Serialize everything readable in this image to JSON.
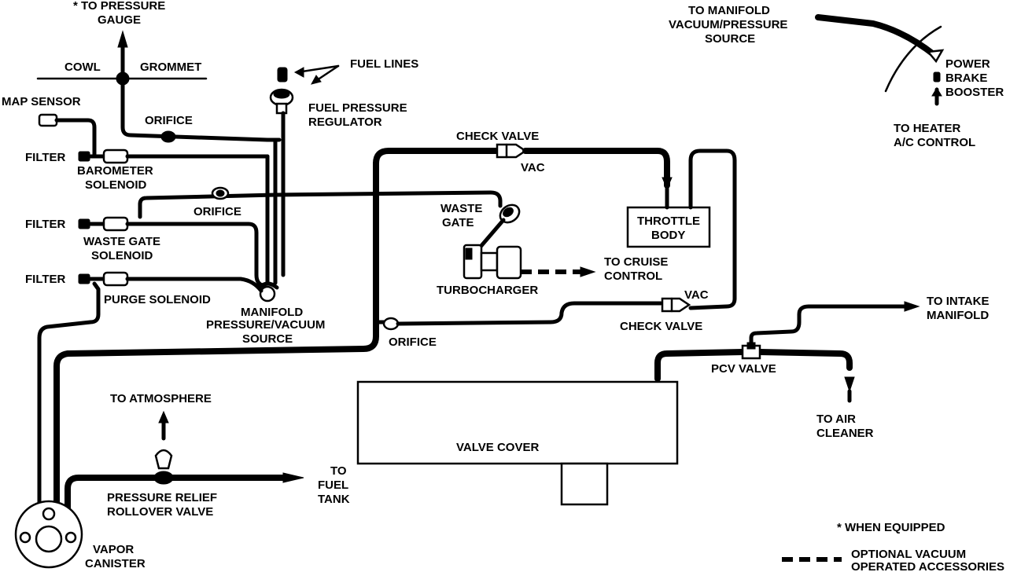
{
  "labels": {
    "to_pressure_gauge_1": "* TO PRESSURE",
    "to_pressure_gauge_2": "GAUGE",
    "cowl": "COWL",
    "grommet": "GROMMET",
    "fuel_lines": "FUEL LINES",
    "map_sensor": "MAP SENSOR",
    "orifice_top": "ORIFICE",
    "fuel_pressure_regulator_1": "FUEL PRESSURE",
    "fuel_pressure_regulator_2": "REGULATOR",
    "filter_1": "FILTER",
    "barometer_solenoid_1": "BAROMETER",
    "barometer_solenoid_2": "SOLENOID",
    "orifice_mid": "ORIFICE",
    "filter_2": "FILTER",
    "waste_gate_solenoid_1": "WASTE GATE",
    "waste_gate_solenoid_2": "SOLENOID",
    "filter_3": "FILTER",
    "purge_solenoid": "PURGE SOLENOID",
    "manifold_source_1": "MANIFOLD",
    "manifold_source_2": "PRESSURE/VACUUM",
    "manifold_source_3": "SOURCE",
    "check_valve_top": "CHECK VALVE",
    "vac_top": "VAC",
    "waste_gate_1": "WASTE",
    "waste_gate_2": "GATE",
    "throttle_body_1": "THROTTLE",
    "throttle_body_2": "BODY",
    "to_cruise_control_1": "TO CRUISE",
    "to_cruise_control_2": "CONTROL",
    "turbocharger": "TURBOCHARGER",
    "vac_bottom": "VAC",
    "check_valve_bottom": "CHECK VALVE",
    "orifice_bottom": "ORIFICE",
    "to_manifold_source_1": "TO MANIFOLD",
    "to_manifold_source_2": "VACUUM/PRESSURE",
    "to_manifold_source_3": "SOURCE",
    "power_brake_booster_1": "POWER",
    "power_brake_booster_2": "BRAKE",
    "power_brake_booster_3": "BOOSTER",
    "to_heater_1": "TO HEATER",
    "to_heater_2": "A/C CONTROL",
    "to_intake_manifold_1": "TO INTAKE",
    "to_intake_manifold_2": "MANIFOLD",
    "pcv_valve": "PCV VALVE",
    "to_air_cleaner_1": "TO AIR",
    "to_air_cleaner_2": "CLEANER",
    "to_atmosphere": "TO ATMOSPHERE",
    "valve_cover": "VALVE COVER",
    "pressure_relief_1": "PRESSURE RELIEF",
    "pressure_relief_2": "ROLLOVER VALVE",
    "to_fuel_tank_1": "TO",
    "to_fuel_tank_2": "FUEL",
    "to_fuel_tank_3": "TANK",
    "vapor_canister_1": "VAPOR",
    "vapor_canister_2": "CANISTER",
    "when_equipped": "* WHEN EQUIPPED",
    "optional_accessories_1": "OPTIONAL VACUUM",
    "optional_accessories_2": "OPERATED ACCESSORIES"
  }
}
